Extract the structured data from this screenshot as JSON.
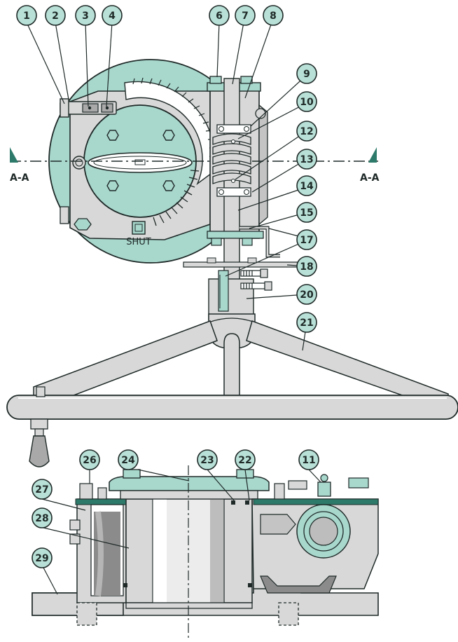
{
  "section_marks": {
    "left": "A-A",
    "right": "A-A"
  },
  "shut_label": "SHUT",
  "callouts": [
    "1",
    "2",
    "3",
    "4",
    "6",
    "7",
    "8",
    "9",
    "10",
    "11",
    "12",
    "13",
    "14",
    "15",
    "17",
    "18",
    "20",
    "21",
    "22",
    "23",
    "24",
    "26",
    "27",
    "28",
    "29"
  ],
  "colors": {
    "accent": "#a8d7cc",
    "callout": "#b8e0d6",
    "metal": "#d8d8d8",
    "outline": "#1f2a28"
  }
}
